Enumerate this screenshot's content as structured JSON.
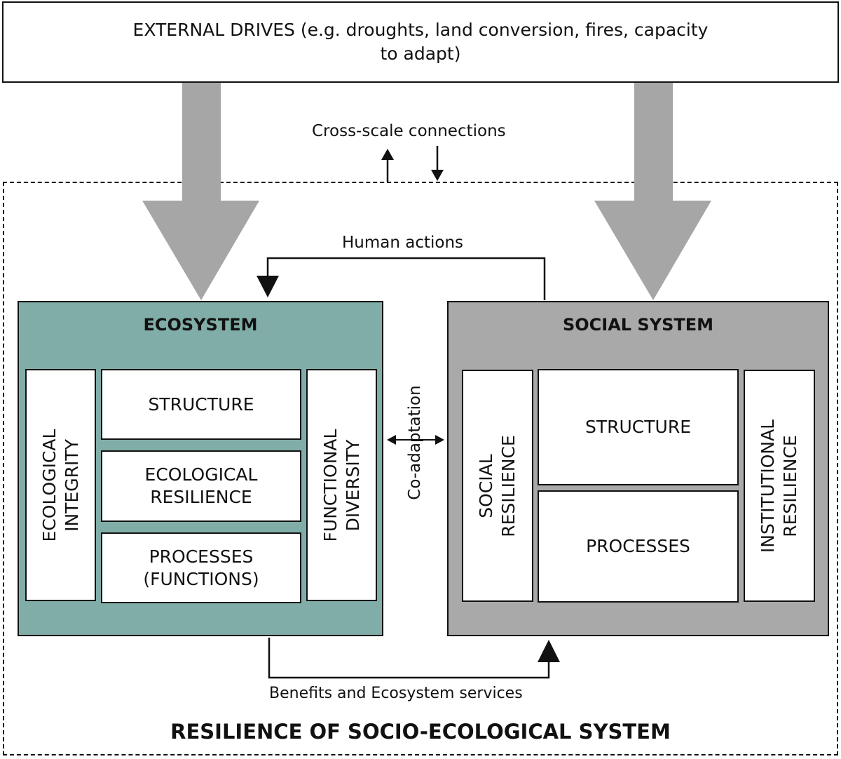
{
  "external": {
    "line1": "EXTERNAL DRIVES (e.g. droughts, land conversion, fires, capacity",
    "line2": "to adapt)"
  },
  "connections": {
    "cross_scale": "Cross-scale connections",
    "human_actions": "Human actions",
    "co_adaptation": "Co-adaptation",
    "benefits": "Benefits and Ecosystem services"
  },
  "ecosystem": {
    "title": "ECOSYSTEM",
    "ecological_integrity": [
      "ECOLOGICAL",
      "INTEGRITY"
    ],
    "structure": "STRUCTURE",
    "ecological_resilience": [
      "ECOLOGICAL",
      "RESILIENCE"
    ],
    "processes": [
      "PROCESSES",
      "(FUNCTIONS)"
    ],
    "functional_diversity": [
      "FUNCTIONAL",
      "DIVERSITY"
    ]
  },
  "social_system": {
    "title": "SOCIAL SYSTEM",
    "social_resilience": [
      "SOCIAL",
      "RESILIENCE"
    ],
    "structure": "STRUCTURE",
    "processes": "PROCESSES",
    "institutional_resilience": [
      "INSTITUTIONAL",
      "RESILIENCE"
    ]
  },
  "footer_title": "RESILIENCE OF SOCIO-ECOLOGICAL SYSTEM",
  "colors": {
    "ecosystem_fill": "#80ada7",
    "social_fill": "#a9a9a9",
    "big_arrow": "#a6a6a6"
  }
}
